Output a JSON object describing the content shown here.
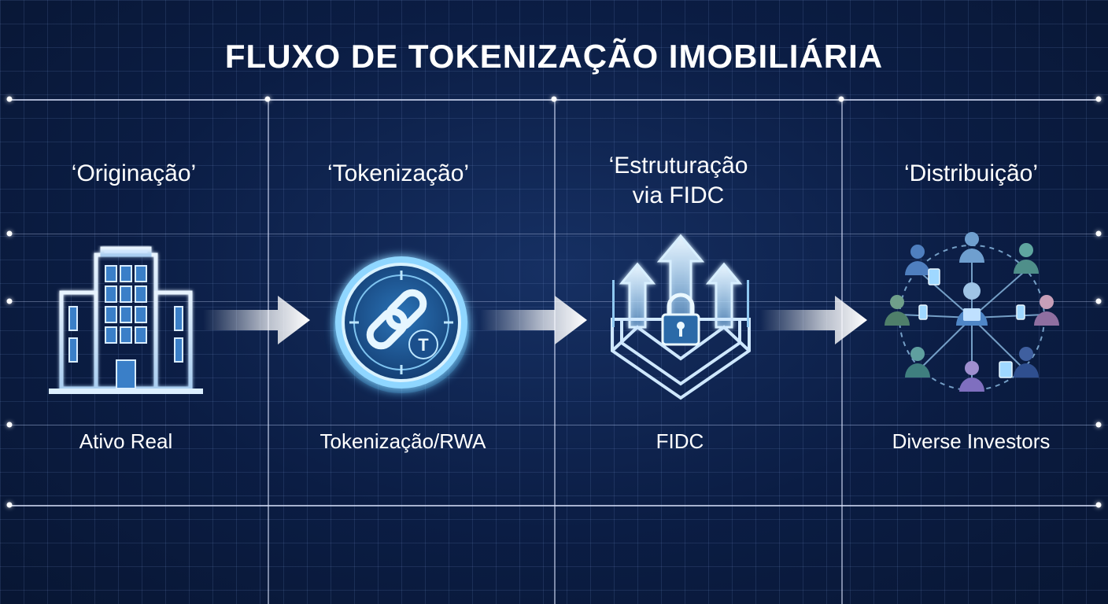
{
  "title": "FLUXO DE TOKENIZAÇÃO IMOBILIÁRIA",
  "stages": [
    {
      "title": "‘Originação’",
      "label": "Ativo Real",
      "icon": "building-icon"
    },
    {
      "title": "‘Tokenização’",
      "label": "Tokenização/RWA",
      "icon": "token-link-icon"
    },
    {
      "title": "‘Estruturação\nvia FIDC",
      "label": "FIDC",
      "icon": "fidc-lock-icon"
    },
    {
      "title": "‘Distribuição’",
      "label": "Diverse Investors",
      "icon": "investors-network-icon"
    }
  ],
  "token_letter": "T",
  "colors": {
    "background": "#0a1a3a",
    "accent": "#7fd8ff",
    "text": "#ffffff"
  }
}
